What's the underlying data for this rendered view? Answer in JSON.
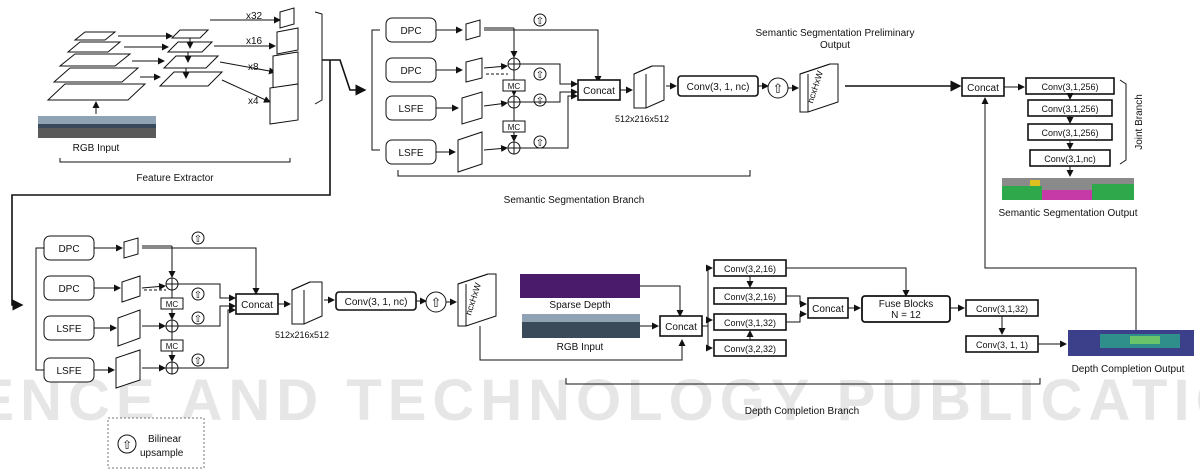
{
  "watermark": {
    "line1": "SCIENCE AND TECHNOLOGY PUBLICATIONS"
  },
  "feature_extractor": {
    "scales": [
      "x32",
      "x16",
      "x8",
      "x4"
    ],
    "input_label": "RGB Input",
    "caption": "Feature Extractor"
  },
  "semantic_branch": {
    "modules": [
      "DPC",
      "DPC",
      "LSFE",
      "LSFE"
    ],
    "mc_label": "MC",
    "concat_label": "Concat",
    "conv_label": "Conv(3, 1, nc)",
    "dims_label": "512x216x512",
    "output_title_line1": "Semantic Segmentation Preliminary",
    "output_title_line2": "Output",
    "output_tensor_label": "ncxHxW",
    "caption": "Semantic Segmentation Branch"
  },
  "lower_semantic": {
    "modules": [
      "DPC",
      "DPC",
      "LSFE",
      "LSFE"
    ],
    "mc_label": "MC",
    "concat_label": "Concat",
    "conv_label": "Conv(3, 1, nc)",
    "dims_label": "512x216x512",
    "output_tensor_label": "ncxHxW"
  },
  "joint_branch": {
    "concat_label": "Concat",
    "convs": [
      "Conv(3,1,256)",
      "Conv(3,1,256)",
      "Conv(3,1,256)",
      "Conv(3,1,nc)"
    ],
    "side_label": "Joint Branch",
    "output_label": "Semantic Segmentation Output"
  },
  "depth_branch": {
    "sparse_label": "Sparse Depth",
    "rgb_label": "RGB Input",
    "concat_label": "Concat",
    "convs_upper": [
      "Conv(3,2,16)",
      "Conv(3,2,16)"
    ],
    "convs_lower": [
      "Conv(3,1,32)",
      "Conv(3,2,32)"
    ],
    "concat2_label": "Concat",
    "fuse_line1": "Fuse Blocks",
    "fuse_line2": "N = 12",
    "conv_out1": "Conv(3,1,32)",
    "conv_out2": "Conv(3, 1, 1)",
    "output_label": "Depth Completion Output",
    "caption": "Depth Completion  Branch"
  },
  "legend": {
    "symbol": "⇧",
    "line1": "Bilinear",
    "line2": "upsample"
  },
  "colors": {
    "stroke": "#111111",
    "watermark": "#e6e6e6",
    "depth_map": "#4a1a6b",
    "seg_map_sky": "#8a8a8a",
    "seg_map_green": "#2ea84a",
    "seg_map_pink": "#c63aa8"
  }
}
